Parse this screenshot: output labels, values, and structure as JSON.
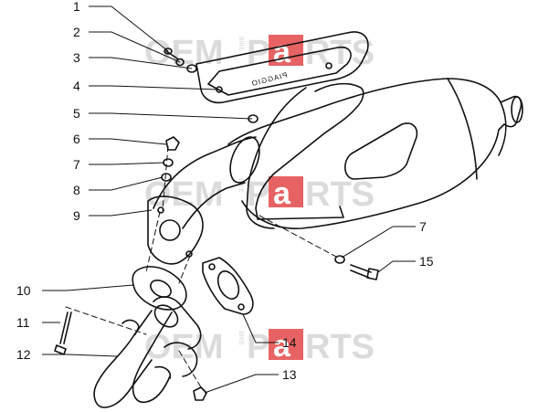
{
  "diagram": {
    "callouts": [
      {
        "id": "1",
        "label": "1"
      },
      {
        "id": "2",
        "label": "2"
      },
      {
        "id": "3",
        "label": "3"
      },
      {
        "id": "4",
        "label": "4"
      },
      {
        "id": "5",
        "label": "5"
      },
      {
        "id": "6",
        "label": "6"
      },
      {
        "id": "7a",
        "label": "7"
      },
      {
        "id": "8",
        "label": "8"
      },
      {
        "id": "9",
        "label": "9"
      },
      {
        "id": "10",
        "label": "10"
      },
      {
        "id": "11",
        "label": "11"
      },
      {
        "id": "12",
        "label": "12"
      },
      {
        "id": "7b",
        "label": "7"
      },
      {
        "id": "15",
        "label": "15"
      },
      {
        "id": "14",
        "label": "14"
      },
      {
        "id": "13",
        "label": "13"
      }
    ],
    "heat_shield_text": "PIAGGIO"
  },
  "watermark": {
    "left": "OEM",
    "vertical": "BIKE",
    "right_a": "P",
    "right_b": "a",
    "right_c": "RTS"
  },
  "colors": {
    "line": "#111111",
    "watermark_gray": "#c8c8c8",
    "watermark_red": "#e03030"
  }
}
